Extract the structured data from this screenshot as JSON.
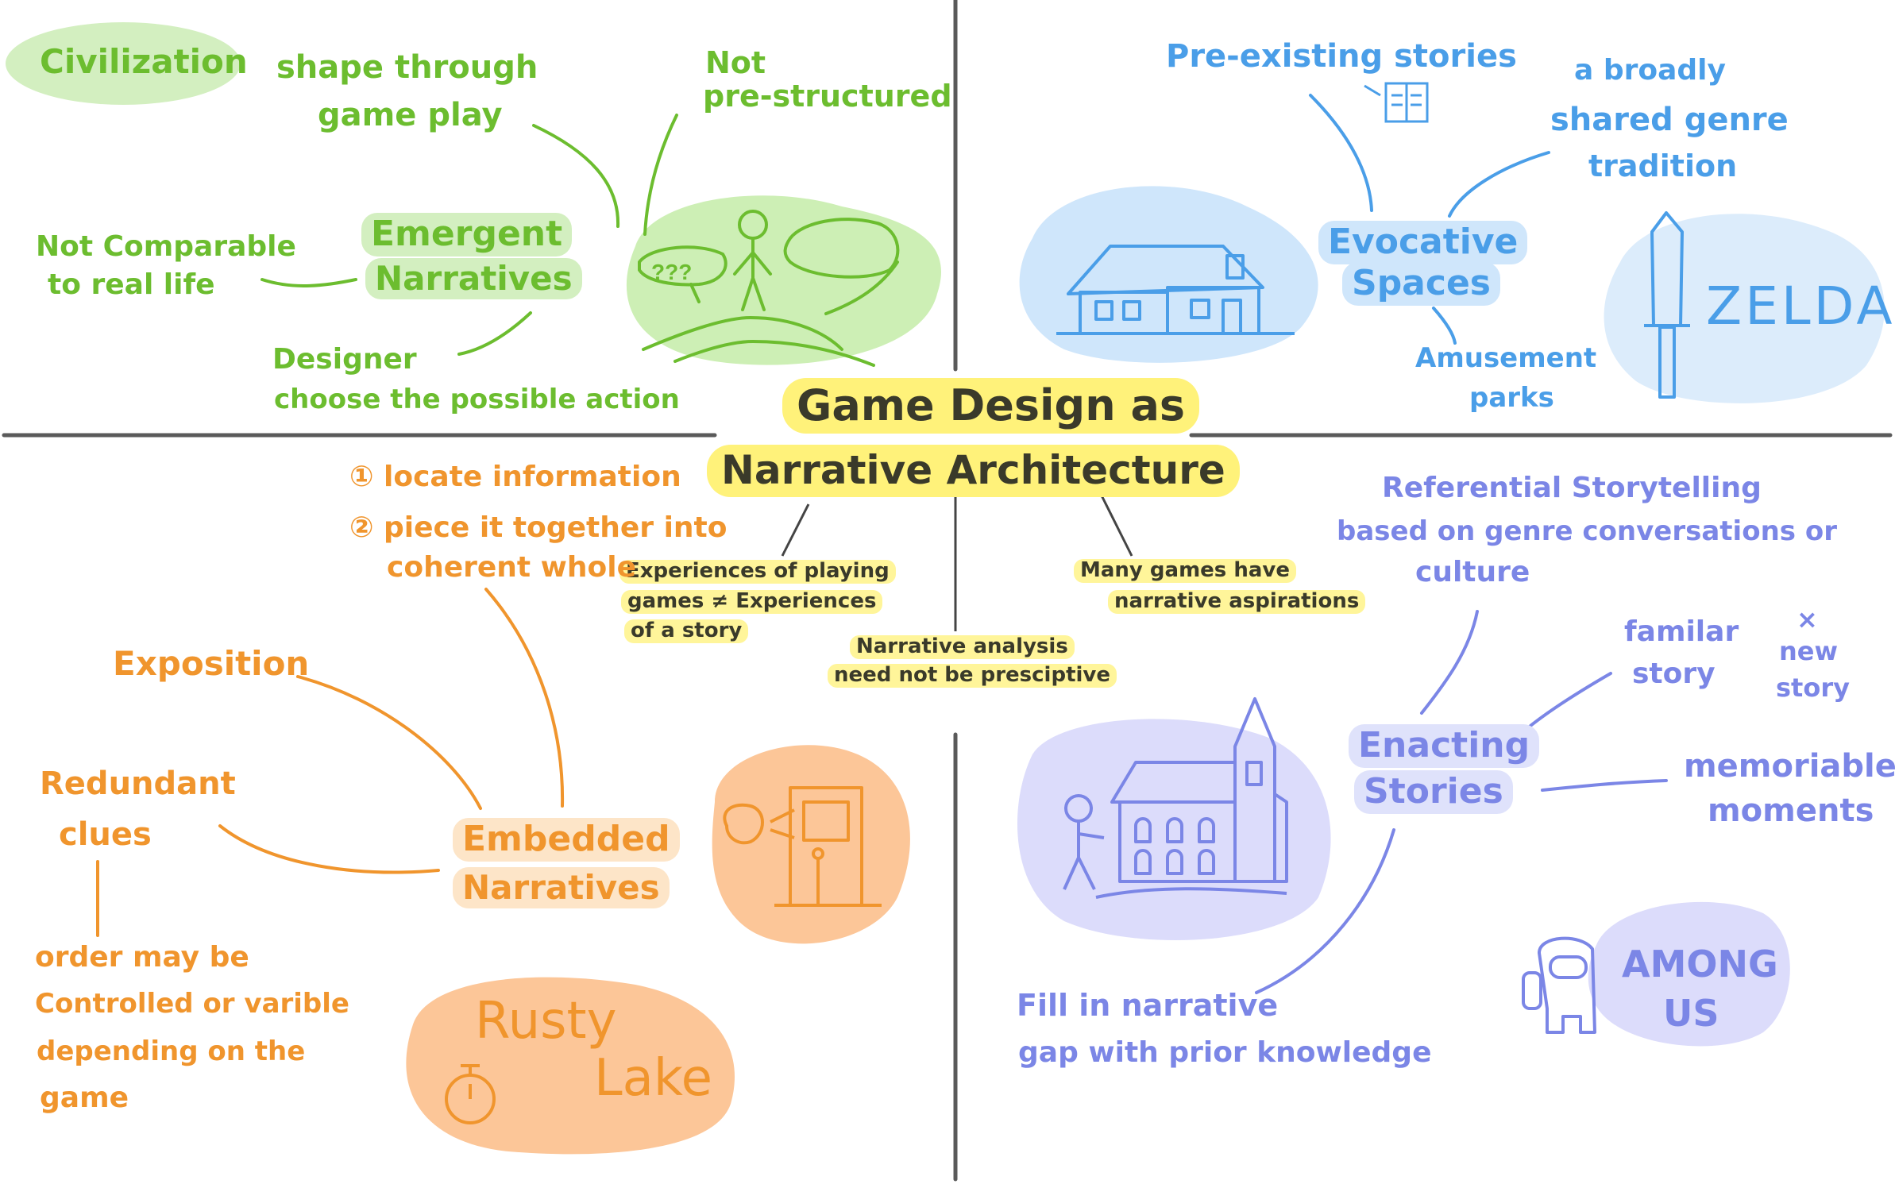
{
  "center": {
    "title_line1": "Game Design as",
    "title_line2": "Narrative Architecture",
    "notes": [
      "Experiences of playing",
      "games ≠ Experiences",
      "of a story",
      "Narrative analysis",
      "need not be presciptive",
      "Many games have",
      "narrative aspirations"
    ]
  },
  "emergent": {
    "title_line1": "Emergent",
    "title_line2": "Narratives",
    "example": "Civilization",
    "notes": [
      "shape through",
      "game play",
      "Not",
      "pre-structured",
      "Not Comparable",
      "to real life",
      "Designer",
      "choose the possible action"
    ],
    "bubble_text": "???"
  },
  "evocative": {
    "title_line1": "Evocative",
    "title_line2": "Spaces",
    "example": "ZELDA",
    "notes": [
      "Pre-existing stories",
      "a broadly",
      "shared genre",
      "tradition",
      "Amusement",
      "parks"
    ]
  },
  "embedded": {
    "title_line1": "Embedded",
    "title_line2": "Narratives",
    "example_line1": "Rusty",
    "example_line2": "Lake",
    "notes": [
      "① locate information",
      "② piece it together into",
      "coherent whole",
      "Exposition",
      "Redundant",
      "clues",
      "order may be",
      "Controlled or varible",
      "depending on the",
      "game"
    ]
  },
  "enacting": {
    "title_line1": "Enacting",
    "title_line2": "Stories",
    "example_line1": "AMONG",
    "example_line2": "US",
    "notes": [
      "Referential Storytelling",
      "based on genre conversations or",
      "culture",
      "familar",
      "story",
      "×",
      "new",
      "story",
      "memoriable",
      "moments",
      "Fill in narrative",
      "gap with prior knowledge"
    ]
  },
  "colors": {
    "emergent": "#6cbd2f",
    "evocative": "#4a9ee8",
    "embedded": "#f0952d",
    "enacting": "#7b86e6",
    "title_highlight": "#fff27a",
    "dividers": "#5a5a5a"
  },
  "icons": [
    "book-icon",
    "house-drawing",
    "sword-drawing",
    "tree-path-drawing",
    "door-drawing",
    "stopwatch-icon",
    "mansion-drawing",
    "among-us-crewmate"
  ]
}
